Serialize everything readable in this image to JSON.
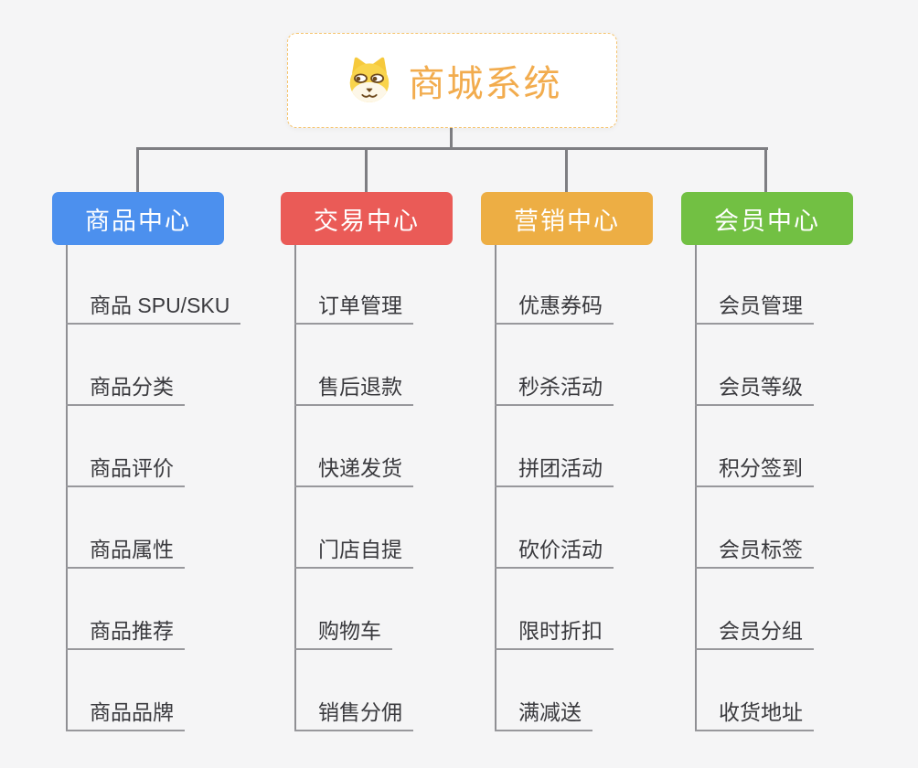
{
  "canvas": {
    "background": "#f5f5f6",
    "connector_color": "#7e7e82"
  },
  "root": {
    "label": "商城系统",
    "icon": "doge-icon",
    "text_color": "#f2ac4e",
    "border_color": "#f6c46e"
  },
  "branches": [
    {
      "label": "商品中心",
      "color": "#4c90ee",
      "children": [
        "商品 SPU/SKU",
        "商品分类",
        "商品评价",
        "商品属性",
        "商品推荐",
        "商品品牌"
      ]
    },
    {
      "label": "交易中心",
      "color": "#ea5b57",
      "children": [
        "订单管理",
        "售后退款",
        "快递发货",
        "门店自提",
        "购物车",
        "销售分佣"
      ]
    },
    {
      "label": "营销中心",
      "color": "#edae44",
      "children": [
        "优惠券码",
        "秒杀活动",
        "拼团活动",
        "砍价活动",
        "限时折扣",
        "满减送"
      ]
    },
    {
      "label": "会员中心",
      "color": "#72c043",
      "children": [
        "会员管理",
        "会员等级",
        "积分签到",
        "会员标签",
        "会员分组",
        "收货地址"
      ]
    }
  ]
}
